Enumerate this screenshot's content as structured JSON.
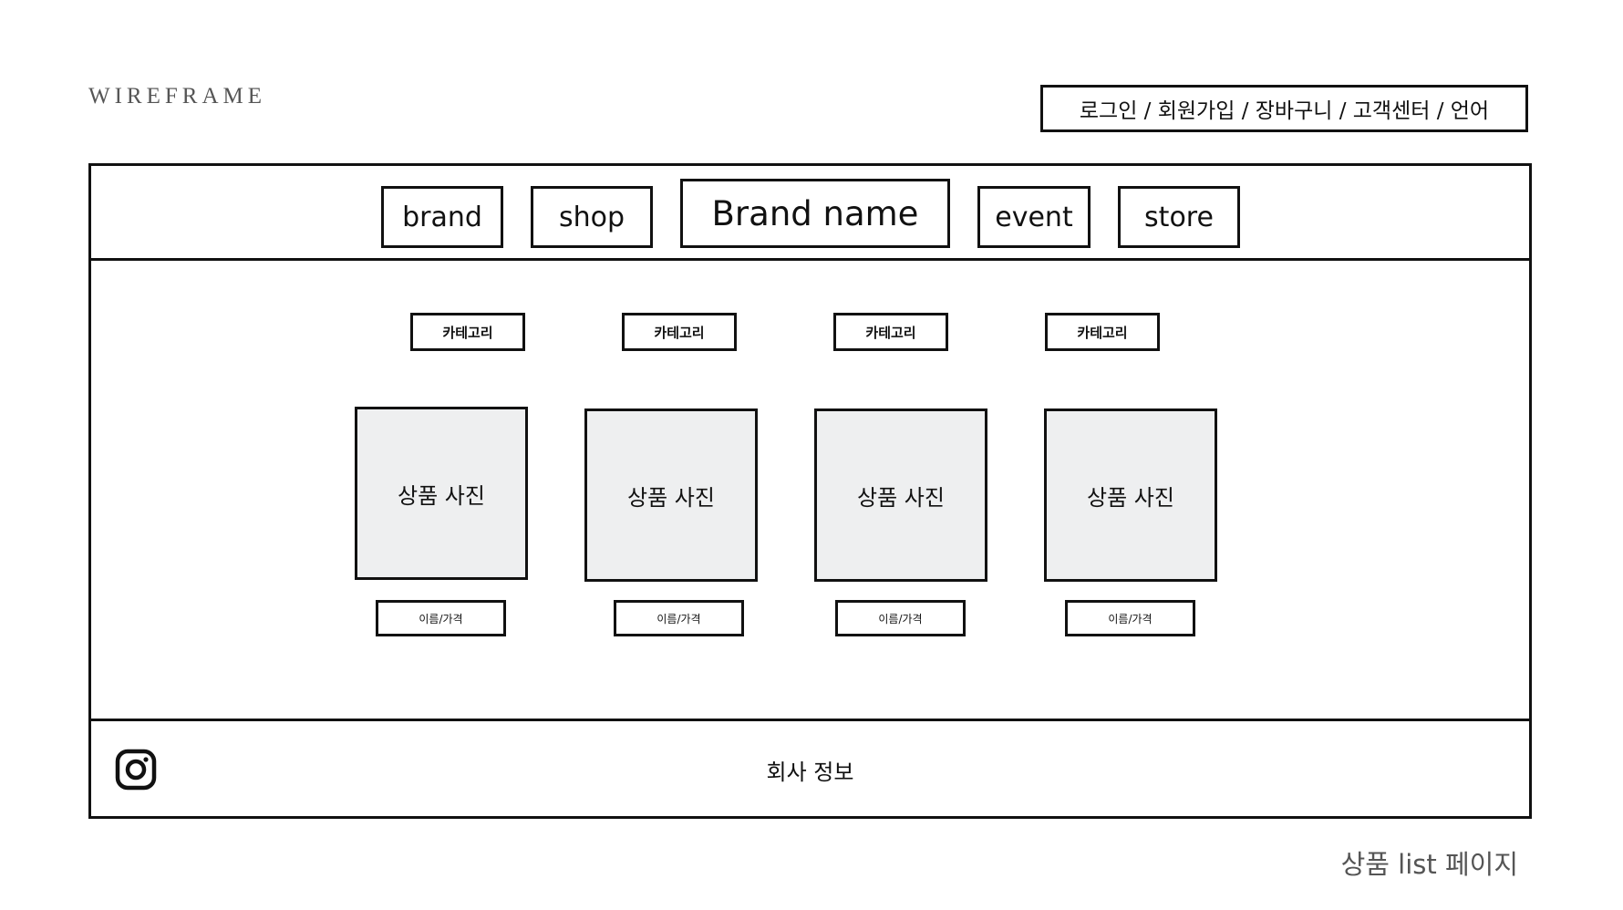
{
  "wireframe_label": "WIREFRAME",
  "utility_menu": "로그인 / 회원가입 / 장바구니 / 고객센터 / 언어",
  "nav": {
    "brand": "brand",
    "shop": "shop",
    "brand_name": "Brand name",
    "event": "event",
    "store": "store"
  },
  "categories": [
    "카테고리",
    "카테고리",
    "카테고리",
    "카테고리"
  ],
  "products": [
    {
      "photo": "상품 사진",
      "info": "이름/가격"
    },
    {
      "photo": "상품 사진",
      "info": "이름/가격"
    },
    {
      "photo": "상품 사진",
      "info": "이름/가격"
    },
    {
      "photo": "상품 사진",
      "info": "이름/가격"
    }
  ],
  "footer": {
    "company_info": "회사 정보",
    "social_icon": "instagram-icon"
  },
  "page_caption": "상품 list 페이지"
}
